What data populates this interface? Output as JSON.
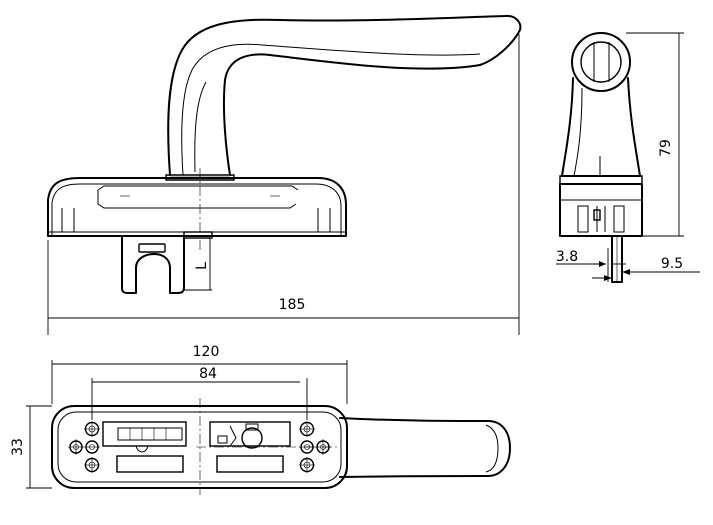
{
  "labels": {
    "overall_length": "185",
    "height": "79",
    "spindle_offset": "3.8",
    "spindle_width": "9.5",
    "spindle_length": "L",
    "base_length": "120",
    "hole_spacing": "84",
    "base_width": "33"
  }
}
